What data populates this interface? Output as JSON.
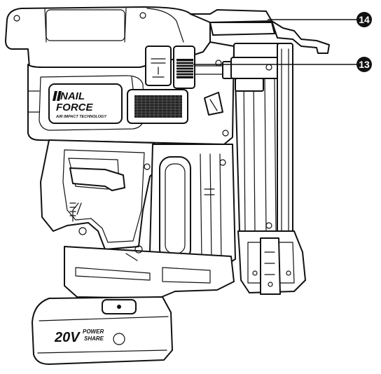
{
  "diagram": {
    "brand_logo": {
      "line1": "NAIL",
      "line2": "FORCE",
      "tagline": "AIR IMPACT TECHNOLOGY"
    },
    "battery": {
      "voltage": "20V",
      "badge_line1": "POWER",
      "badge_line2": "SHARE"
    },
    "callouts": [
      {
        "number": "14"
      },
      {
        "number": "13"
      }
    ]
  }
}
